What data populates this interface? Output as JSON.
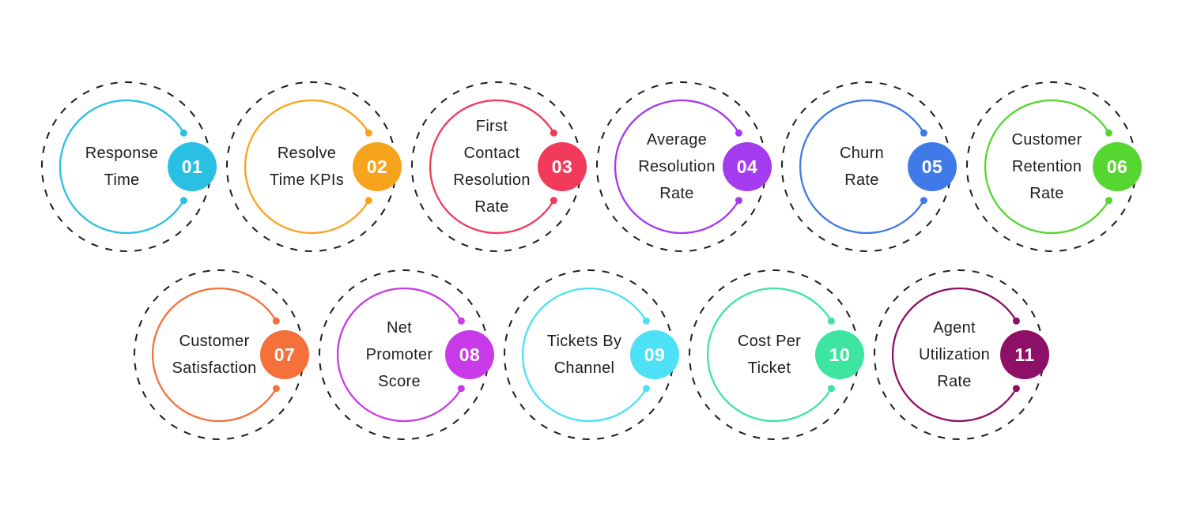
{
  "page": {
    "background_color": "#ffffff",
    "dashed_ring_color": "#1d1d1d",
    "label_text_color": "#1f1f1f",
    "badge_number_color": "#ffffff"
  },
  "items": [
    {
      "number": "01",
      "label": "Response Time",
      "lines": [
        "Response",
        "Time"
      ],
      "color": "#29C0E3"
    },
    {
      "number": "02",
      "label": "Resolve Time KPIs",
      "lines": [
        "Resolve",
        "Time KPIs"
      ],
      "color": "#F7A41D"
    },
    {
      "number": "03",
      "label": "First Contact Resolution Rate",
      "lines": [
        "First",
        "Contact",
        "Resolution",
        "Rate"
      ],
      "color": "#F23A5A"
    },
    {
      "number": "04",
      "label": "Average Resolution Rate",
      "lines": [
        "Average",
        "Resolution",
        "Rate"
      ],
      "color": "#A43BEE"
    },
    {
      "number": "05",
      "label": "Churn Rate",
      "lines": [
        "Churn",
        "Rate"
      ],
      "color": "#3F7AE8"
    },
    {
      "number": "06",
      "label": "Customer Retention Rate",
      "lines": [
        "Customer",
        "Retention",
        "Rate"
      ],
      "color": "#55D630"
    },
    {
      "number": "07",
      "label": "Customer Satisfaction",
      "lines": [
        "Customer",
        "Satisfaction"
      ],
      "color": "#F4713B"
    },
    {
      "number": "08",
      "label": "Net Promoter Score",
      "lines": [
        "Net",
        "Promoter",
        "Score"
      ],
      "color": "#C93AE8"
    },
    {
      "number": "09",
      "label": "Tickets By Channel",
      "lines": [
        "Tickets By",
        "Channel"
      ],
      "color": "#4CE1F4"
    },
    {
      "number": "10",
      "label": "Cost Per Ticket",
      "lines": [
        "Cost Per",
        "Ticket"
      ],
      "color": "#3EE5A1"
    },
    {
      "number": "11",
      "label": "Agent Utilization Rate",
      "lines": [
        "Agent",
        "Utilization",
        "Rate"
      ],
      "color": "#8D1066"
    }
  ]
}
